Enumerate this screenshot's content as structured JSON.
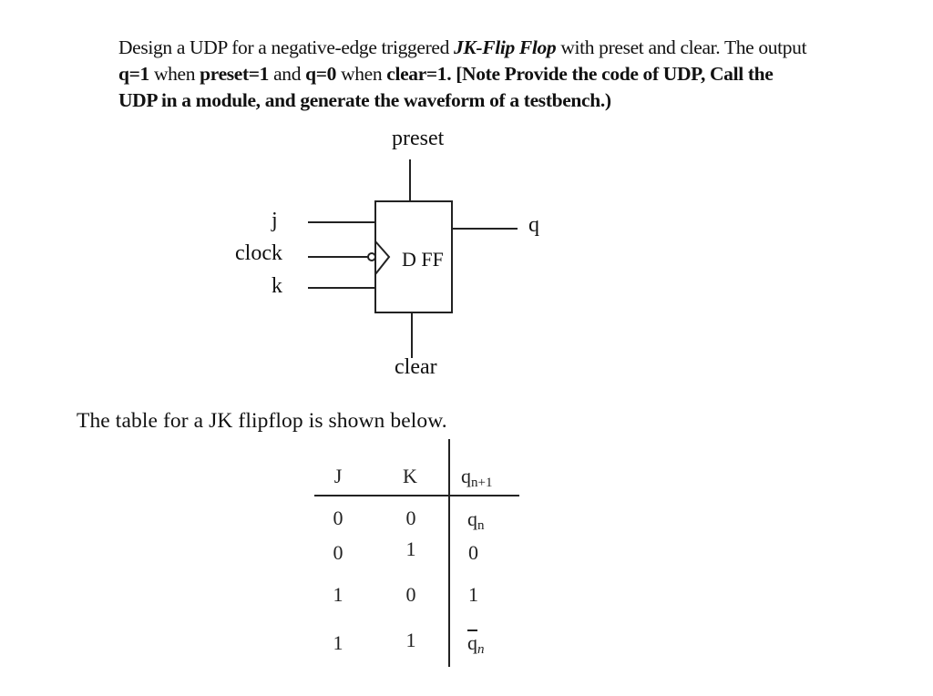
{
  "question": {
    "line1_a": "Design a UDP for a negative-edge triggered ",
    "line1_b": "JK-Flip Flop",
    "line1_c": " with preset and clear. The output",
    "line2_a": "q=1",
    "line2_b": " when ",
    "line2_c": "preset=1",
    "line2_d": " and ",
    "line2_e": "q=0",
    "line2_f": " when ",
    "line2_g": "clear=1. [Note Provide the code of UDP, Call the",
    "line3": "UDP in a module, and generate the waveform of a testbench.)"
  },
  "diagram": {
    "preset_label": "preset",
    "clear_label": "clear",
    "j_label": "j",
    "clock_label": "clock",
    "k_label": "k",
    "q_label": "q",
    "block_label": "D FF"
  },
  "caption": "The table for a JK flipflop is shown below.",
  "table": {
    "headers": {
      "j": "J",
      "k": "K",
      "q": "q",
      "q_sub": "n+1"
    },
    "rows": [
      {
        "j": "0",
        "k": "0",
        "q": "q",
        "q_sub": "n",
        "bar": false
      },
      {
        "j": "0",
        "k": "1",
        "q": "0",
        "q_sub": "",
        "bar": false
      },
      {
        "j": "1",
        "k": "0",
        "q": "1",
        "q_sub": "",
        "bar": false
      },
      {
        "j": "1",
        "k": "1",
        "q": "q",
        "q_sub": "n",
        "bar": true
      }
    ]
  }
}
